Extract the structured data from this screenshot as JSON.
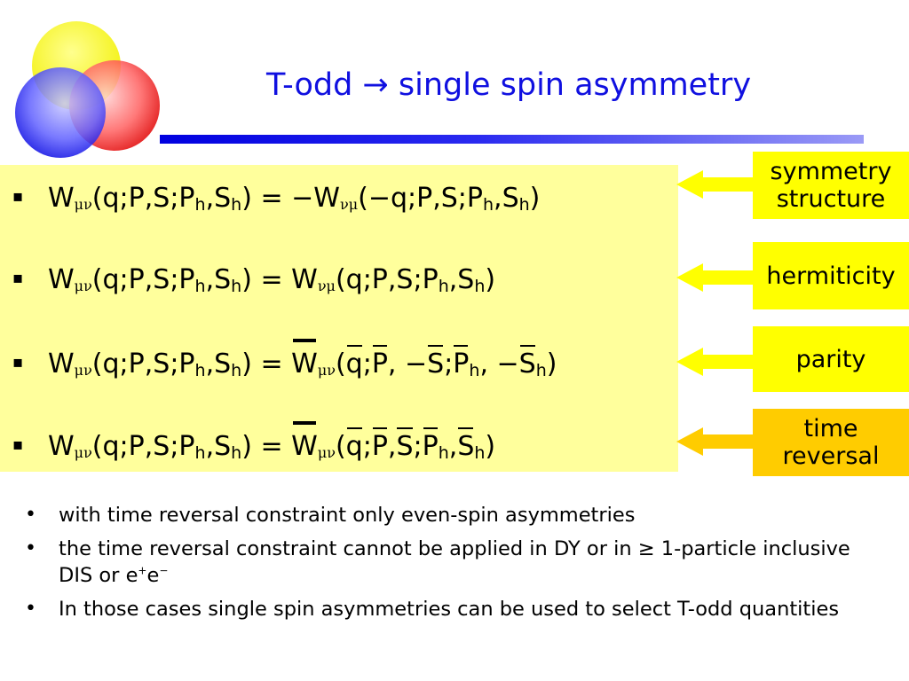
{
  "slide": {
    "title": "T-odd → single spin asymmetry",
    "colors": {
      "title": "#1010e0",
      "equation_box": "#ffff9c",
      "tag_yellow": "#ffff00",
      "tag_orange": "#ffcc00"
    },
    "equation_bullet": "▪",
    "equations": {
      "eq1": {
        "W": "W",
        "lhs_args": "(q;P,S;P",
        "h": "h",
        "comma_s": ",S",
        "close": ")",
        "equals": " = ",
        "minus": "−",
        "rhs_open": "(",
        "rhs_args": "q;P,S;P"
      },
      "eq2": {
        "rhs_args": "(q;P,S;P"
      },
      "eq3": {
        "P": "P",
        "S": "S",
        "comma": ", ",
        "minus": "−",
        "q": "q",
        "semi": ";"
      },
      "eq4": {
        "P": "P",
        "S": "S",
        "q": "q",
        "semi": ";",
        "comma": ","
      },
      "mu_nu": "μν",
      "nu_mu": "νμ"
    },
    "tags": [
      {
        "label_line1": "symmetry",
        "label_line2": "structure"
      },
      {
        "label": "hermiticity"
      },
      {
        "label": "parity"
      },
      {
        "label_line1": "time",
        "label_line2": "reversal"
      }
    ],
    "notes_bullet": "•",
    "notes": [
      "with time reversal constraint only even-spin asymmetries",
      "the time reversal constraint cannot be applied in DY or in ≥ 1-particle inclusive DIS or e",
      "In those cases single spin asymmetries can be used to select T-odd quantities"
    ],
    "note2_sup_plus": "+",
    "note2_e": "e",
    "note2_sup_minus": "−"
  }
}
